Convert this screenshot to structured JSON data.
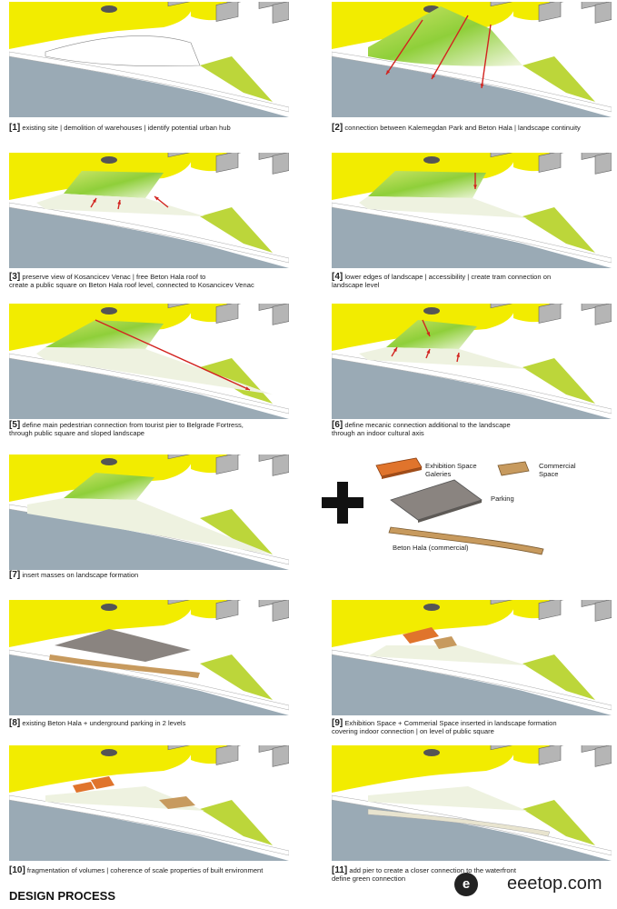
{
  "colors": {
    "water": "#9aaab5",
    "yellow": "#f2ec00",
    "green": "#bcd63a",
    "light": "#eef2e0",
    "building": "#9e9e9e",
    "arrow": "#d2231f",
    "orange": "#e0742c",
    "tan": "#c79a5e",
    "parking": "#8a8480"
  },
  "steps": [
    {
      "num": "[1]",
      "lines": [
        "existing site | demolition of warehouses | identify potential urban hub"
      ]
    },
    {
      "num": "[2]",
      "lines": [
        "connection between Kalemegdan Park and Beton Hala | landscape continuity"
      ]
    },
    {
      "num": "[3]",
      "lines": [
        "preserve view of Kosancicev Venac | free Beton Hala roof to",
        "create a public square on Beton Hala roof level, connected to Kosancicev Venac"
      ]
    },
    {
      "num": "[4]",
      "lines": [
        "lower edges of landscape | accessibility | create tram connection on",
        "landscape level"
      ]
    },
    {
      "num": "[5]",
      "lines": [
        "define main pedestrian connection from tourist pier to Belgrade Fortress,",
        "through public square and sloped landscape"
      ]
    },
    {
      "num": "[6]",
      "lines": [
        "define mecanic connection additional to the landscape",
        "through an indoor cultural axis"
      ]
    },
    {
      "num": "[7]",
      "lines": [
        "insert masses on landscape formation"
      ]
    },
    {
      "num": "[8]",
      "lines": [
        "existing Beton Hala + underground parking in 2 levels"
      ]
    },
    {
      "num": "[9]",
      "lines": [
        "Exhibition Space + Commerial Space inserted in landscape formation",
        "covering indoor connection | on level of public square"
      ]
    },
    {
      "num": "[10]",
      "lines": [
        "fragmentation of volumes | coherence of  scale properties of built environment"
      ]
    },
    {
      "num": "[11]",
      "lines": [
        "add pier to create a closer connection to the waterfront",
        "define green connection"
      ]
    }
  ],
  "legend": {
    "exhibition": [
      "Exhibition Space",
      "Galeries"
    ],
    "commercial": [
      "Commercial",
      "Space"
    ],
    "parking": "Parking",
    "beton": "Beton Hala (commercial)"
  },
  "title": "DESIGN PROCESS",
  "watermark": "eeetop.com"
}
